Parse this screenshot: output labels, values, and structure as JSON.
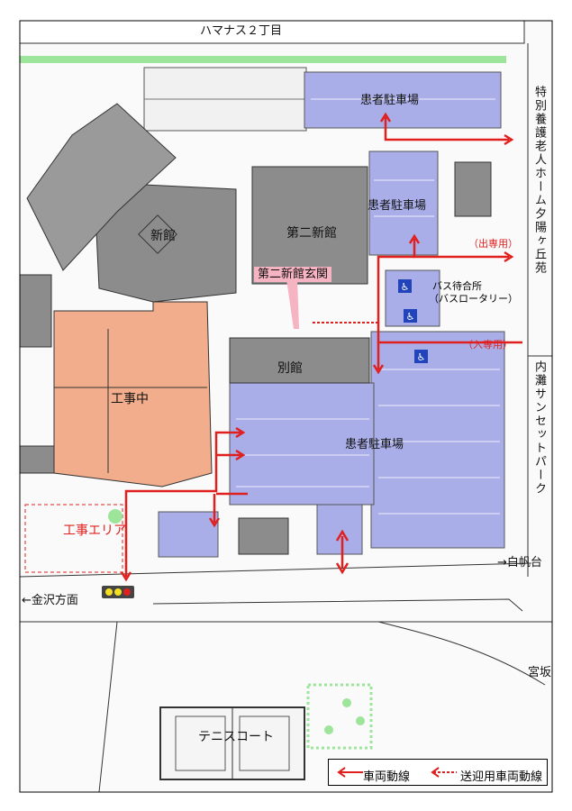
{
  "map": {
    "streets": {
      "top": "ハマナス２丁目",
      "right_upper": "特別養護老人ホーム夕陽ヶ丘苑",
      "right_lower": "内灘サンセットパーク",
      "east_arrow": "→白帆台",
      "west_arrow": "←金沢方面",
      "southeast": "宮坂"
    },
    "buildings": {
      "new_wing": "新館",
      "second_new_wing": "第二新館",
      "second_entrance": "第二新館玄関",
      "annex": "別館",
      "construction": "工事中",
      "construction_area": "工事エリア",
      "tennis": "テニスコート"
    },
    "parking": {
      "lot_label": "患者駐車場",
      "bus_stop_line1": "バス待合所",
      "bus_stop_line2": "（バスロータリー）",
      "exit_only": "（出専用）",
      "entry_only": "（入専用）"
    },
    "legend": {
      "vehicle_route": "車両動線",
      "shuttle_route": "送迎用車両動線"
    },
    "colors": {
      "parking": "#a9aee8",
      "building": "#8c8c8c",
      "construction": "#f2ae8c",
      "route": "#e0201f",
      "hedge": "#9de59a"
    }
  }
}
